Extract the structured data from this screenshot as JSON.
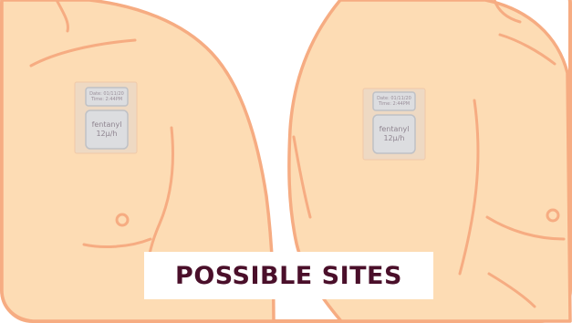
{
  "caption": "POSSIBLE SITES",
  "colors": {
    "skin": "#fddcb4",
    "outline": "#f6ac82",
    "background": "#ffffff",
    "patch_fill": "#dcdde0",
    "caption_text": "#4a0f2a"
  },
  "patches": [
    {
      "location": "front-chest",
      "date_line": "Date: 01/11/20",
      "time_line": "Time: 2:44PM",
      "drug": "fentanyl",
      "dose": "12µ/h"
    },
    {
      "location": "side-chest",
      "date_line": "Date: 01/11/20",
      "time_line": "Time: 2:44PM",
      "drug": "fentanyl",
      "dose": "12µ/h"
    }
  ]
}
